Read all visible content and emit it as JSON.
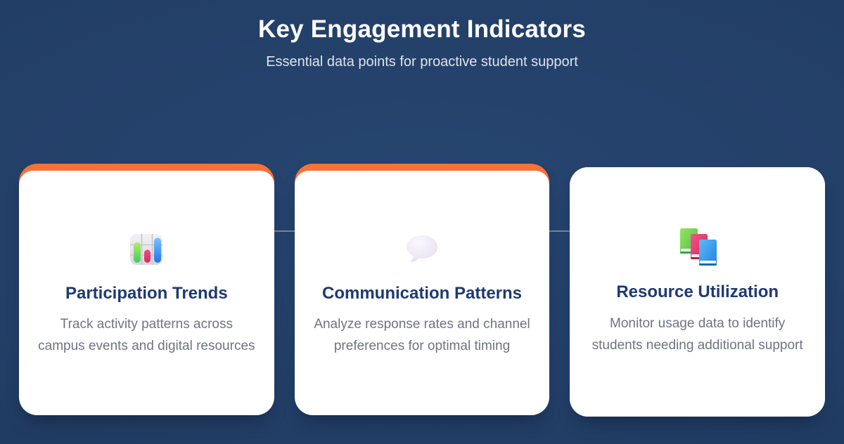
{
  "header": {
    "title": "Key Engagement Indicators",
    "subtitle": "Essential data points for proactive student support"
  },
  "cards": [
    {
      "icon": "bar-chart-icon",
      "title": "Participation Trends",
      "description": "Track activity patterns across campus events and digital resources",
      "accent_top": true
    },
    {
      "icon": "speech-bubble-icon",
      "title": "Communication Patterns",
      "description": "Analyze response rates and channel preferences for optimal timing",
      "accent_top": true
    },
    {
      "icon": "books-icon",
      "title": "Resource Utilization",
      "description": "Monitor usage data to identify students needing additional support",
      "accent_top": false
    }
  ],
  "colors": {
    "background_navy": "#223e66",
    "accent_orange": "#f97136",
    "card_title_navy": "#1e3a70",
    "card_body_gray": "#6d7482",
    "connector_line": "#76879f",
    "card_background": "#ffffff"
  }
}
